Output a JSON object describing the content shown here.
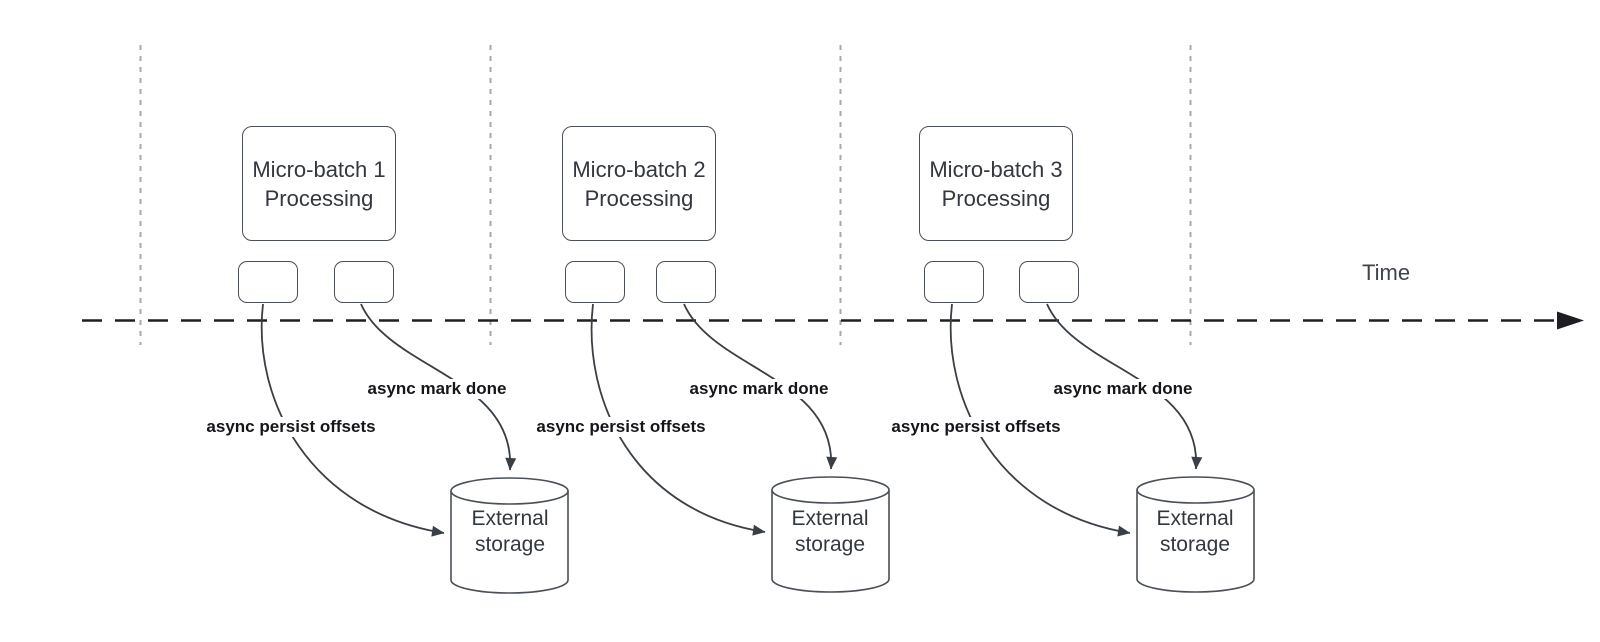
{
  "timeline": {
    "label": "Time"
  },
  "groups": [
    {
      "box_line1": "Micro-batch 1",
      "box_line2": "Processing",
      "persist_label": "async persist offsets",
      "mark_done_label": "async mark done",
      "storage_line1": "External",
      "storage_line2": "storage"
    },
    {
      "box_line1": "Micro-batch 2",
      "box_line2": "Processing",
      "persist_label": "async persist offsets",
      "mark_done_label": "async mark done",
      "storage_line1": "External",
      "storage_line2": "storage"
    },
    {
      "box_line1": "Micro-batch 3",
      "box_line2": "Processing",
      "persist_label": "async persist offsets",
      "mark_done_label": "async mark done",
      "storage_line1": "External",
      "storage_line2": "storage"
    }
  ],
  "colors": {
    "canvas_bg": "#ffffff",
    "shape_stroke": "#4a5057",
    "connector": "#3a3f46",
    "grid_dash": "#a8a8a8",
    "time_axis": "#1c1e22",
    "label_text": "#15161a",
    "shape_text": "#33383e"
  }
}
